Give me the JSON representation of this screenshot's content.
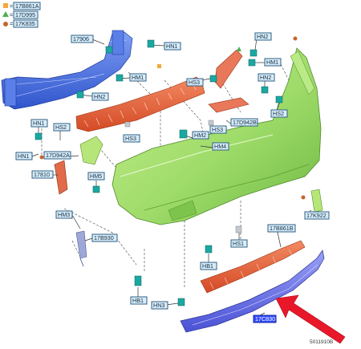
{
  "legend": [
    {
      "code": "17B861A",
      "marker": "square",
      "color": "#f2a83a"
    },
    {
      "code": "17D995",
      "marker": "triangle",
      "color": "#4caf50"
    },
    {
      "code": "17K835",
      "marker": "circle",
      "color": "#c8632c"
    }
  ],
  "labels": {
    "l17906": "17906",
    "hn1a": "HN1",
    "hn2a": "HN2",
    "hm1a": "HM1",
    "hm1b": "HM1",
    "hs3a": "HS3",
    "hn2b": "HN2",
    "hn2c": "HN2",
    "hs2a": "HS2",
    "hn1b": "HN1",
    "l17d942b": "17D942B",
    "hs3b": "HS3",
    "hs3c": "HS3",
    "hm2": "HM2",
    "hm4": "HM4",
    "hs2b": "HS2",
    "l17d942a": "17D942A",
    "hn1c": "HN1",
    "l17810": "17810",
    "hm5": "HM5",
    "hm3": "HM3",
    "l17b930": "17B930",
    "l17k922": "17K922",
    "l17b861b": "17B861B",
    "hs1": "HS1",
    "hb1a": "HB1",
    "hb1b": "HB1",
    "hn3": "HN3",
    "l17c830": "17C830"
  },
  "reference": "5011910B",
  "colors": {
    "bumper_cover": "#9fdc6a",
    "reinforcement": "#3f6fe0",
    "absorber": "#e8643c",
    "bracket": "#e9785a",
    "lower_trim": "#6f74e6",
    "highlight_box": "#2f4bff",
    "arrow": "#e8182a",
    "clip": "#1aa9a2"
  }
}
